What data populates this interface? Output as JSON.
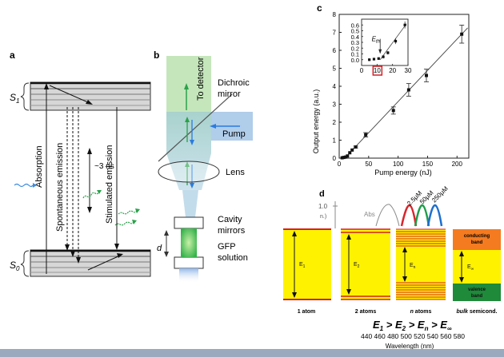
{
  "panel_a": {
    "letter": "a",
    "s1_label": "S",
    "s1_sub": "1",
    "s0_label": "S",
    "s0_sub": "0",
    "absorption": "Absorption",
    "spontaneous": "Spontaneous emission",
    "lifetime": "~3 ns",
    "stimulated": "Stimulated emission"
  },
  "panel_b": {
    "letter": "b",
    "to_detector": "To detector",
    "dichroic_1": "Dichroic",
    "dichroic_2": "mirror",
    "pump": "Pump",
    "lens": "Lens",
    "cavity_1": "Cavity",
    "cavity_2": "mirrors",
    "gfp_1": "GFP",
    "gfp_2": "solution",
    "d": "d"
  },
  "panel_c": {
    "letter": "c",
    "chart_data": {
      "type": "scatter",
      "xlabel": "Pump energy (nJ)",
      "ylabel": "Output energy (a.u.)",
      "xlim": [
        0,
        220
      ],
      "ylim": [
        0,
        8
      ],
      "xticks": [
        "0",
        "50",
        "100",
        "150",
        "200"
      ],
      "yticks": [
        "0",
        "1",
        "2",
        "3",
        "4",
        "5",
        "6",
        "7",
        "8"
      ],
      "x": [
        5,
        8,
        11,
        14,
        18,
        22,
        28,
        45,
        92,
        118,
        148,
        208
      ],
      "y": [
        0.02,
        0.04,
        0.06,
        0.12,
        0.3,
        0.45,
        0.62,
        1.3,
        2.65,
        3.8,
        4.6,
        6.9
      ],
      "inset": {
        "xlim": [
          0,
          30
        ],
        "ylim": [
          -0.1,
          0.7
        ],
        "xticks": [
          "0",
          "10",
          "20",
          "30"
        ],
        "yticks": [
          "0.0",
          "0.1",
          "0.2",
          "0.3",
          "0.4",
          "0.5",
          "0.6"
        ],
        "x": [
          5,
          8,
          11,
          14,
          17,
          22,
          28
        ],
        "y": [
          0.0,
          0.01,
          0.02,
          0.05,
          0.12,
          0.32,
          0.6
        ],
        "threshold_label": "E",
        "threshold_sub": "th"
      }
    }
  },
  "panel_d": {
    "letter": "d",
    "y_value": "1.0",
    "y_prefix": "n.)",
    "abs": "Abs",
    "conc_1": "2.5μM",
    "conc_2": "50μM",
    "conc_3": "250μM",
    "box1_e": "E",
    "box1_sub": "1",
    "box2_e": "E",
    "box2_sub": "2",
    "box3_e": "E",
    "box3_sub": "n",
    "box4_e": "E",
    "box4_sub": "∞",
    "conducting_1": "conducting",
    "conducting_2": "band",
    "valence_1": "valence",
    "valence_2": "band",
    "label_1": "1 atom",
    "label_2": "2 atoms",
    "label_3_italic": "n",
    "label_3_rest": " atoms",
    "label_4_italic": "bulk",
    "label_4_rest": " semicond.",
    "ineq_parts": [
      "E",
      "1",
      " > E",
      "2",
      " > E",
      "n",
      " > E",
      "∞"
    ],
    "wl_ticks": "440 460 480 500 520 540 560 580",
    "xlabel": "Wavelength (nm)"
  }
}
